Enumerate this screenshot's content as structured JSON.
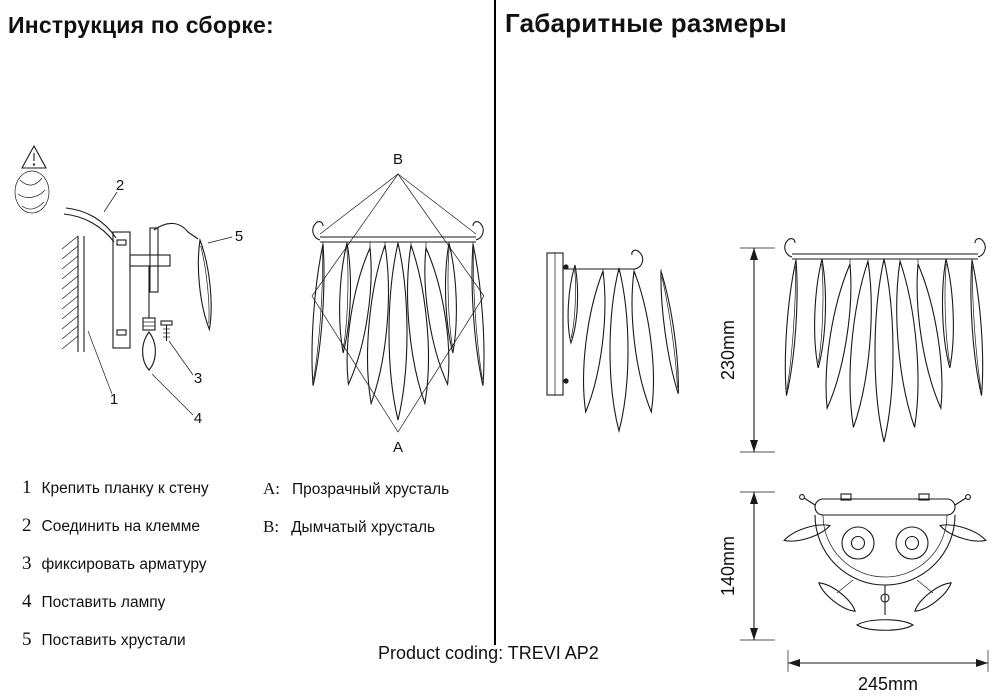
{
  "left_panel": {
    "title": "Инструкция по сборке:",
    "steps": [
      {
        "num": "1",
        "text": "Крепить планку к стену"
      },
      {
        "num": "2",
        "text": "Соединить на клемме"
      },
      {
        "num": "3",
        "text": "фиксировать арматуру"
      },
      {
        "num": "4",
        "text": "Поставить лампу"
      },
      {
        "num": "5",
        "text": "Поставить хрустали"
      }
    ],
    "legend": [
      {
        "key": "A:",
        "text": "Прозрачный хрусталь"
      },
      {
        "key": "B:",
        "text": "Дымчатый хрусталь"
      }
    ],
    "assembly_callouts": {
      "n1": "1",
      "n2": "2",
      "n3": "3",
      "n4": "4",
      "n5": "5"
    },
    "crystal_labels": {
      "top": "B",
      "bottom": "A"
    }
  },
  "right_panel": {
    "title": "Габаритные размеры",
    "dimensions": {
      "height": "230mm",
      "depth": "140mm",
      "width": "245mm"
    }
  },
  "footer": {
    "product_coding": "Product coding: TREVI AP2"
  }
}
